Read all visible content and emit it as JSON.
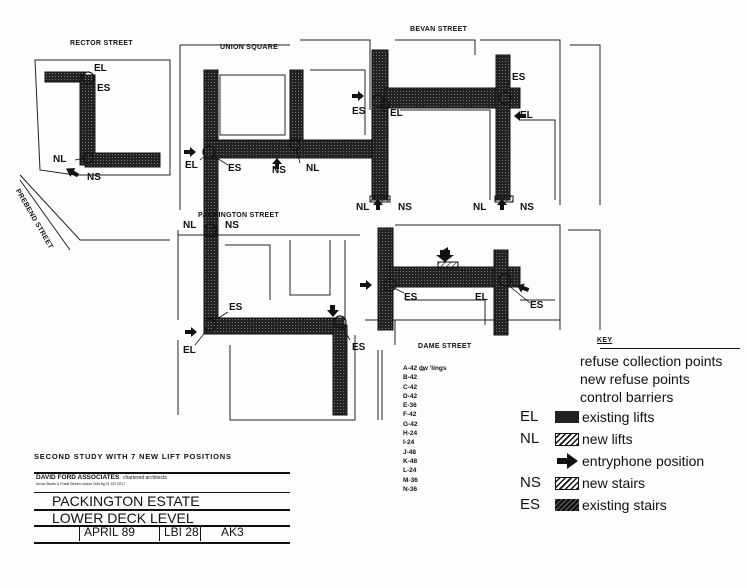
{
  "streets": {
    "rector": "RECTOR STREET",
    "union": "UNION SQUARE",
    "bevan": "BEVAN STREET",
    "prebend": "PREBEND STREET",
    "packington": "PACKINGTON STREET",
    "dame": "DAME STREET"
  },
  "tags": {
    "el": "EL",
    "es": "ES",
    "nl": "NL",
    "ns": "NS"
  },
  "dwellings": [
    "A-42 dw 'lings",
    "B-42",
    "C-42",
    "D-42",
    "E-36",
    "F-42",
    "G-42",
    "H-24",
    "I-24",
    "J-48",
    "K-48",
    "L-24",
    "M-36",
    "N-36"
  ],
  "key": {
    "title": "KEY",
    "items": [
      {
        "code": "",
        "label": "refuse collection points"
      },
      {
        "code": "",
        "label": "new refuse points"
      },
      {
        "code": "",
        "label": "control barriers"
      },
      {
        "code": "EL",
        "label": "existing lifts",
        "symbol": "solid"
      },
      {
        "code": "NL",
        "label": "new lifts",
        "symbol": "hatch"
      },
      {
        "code": "",
        "label": "entryphone position",
        "symbol": "arrow"
      },
      {
        "code": "NS",
        "label": "new stairs",
        "symbol": "hatch"
      },
      {
        "code": "ES",
        "label": "existing stairs",
        "symbol": "dense-hatch"
      }
    ]
  },
  "title_block": {
    "study": "SECOND STUDY WITH 7 NEW LIFT POSITIONS",
    "firm": "DAVID FORD ASSOCIATES",
    "firm_role": "chartered architects",
    "firm_address": "Arrow Studio & Frank Street London N4A 8g  01 337 0217",
    "project": "PACKINGTON ESTATE",
    "drawing": "LOWER DECK LEVEL",
    "date": "APRIL 89",
    "job": "LBI 28",
    "drawing_no": "AK3"
  }
}
